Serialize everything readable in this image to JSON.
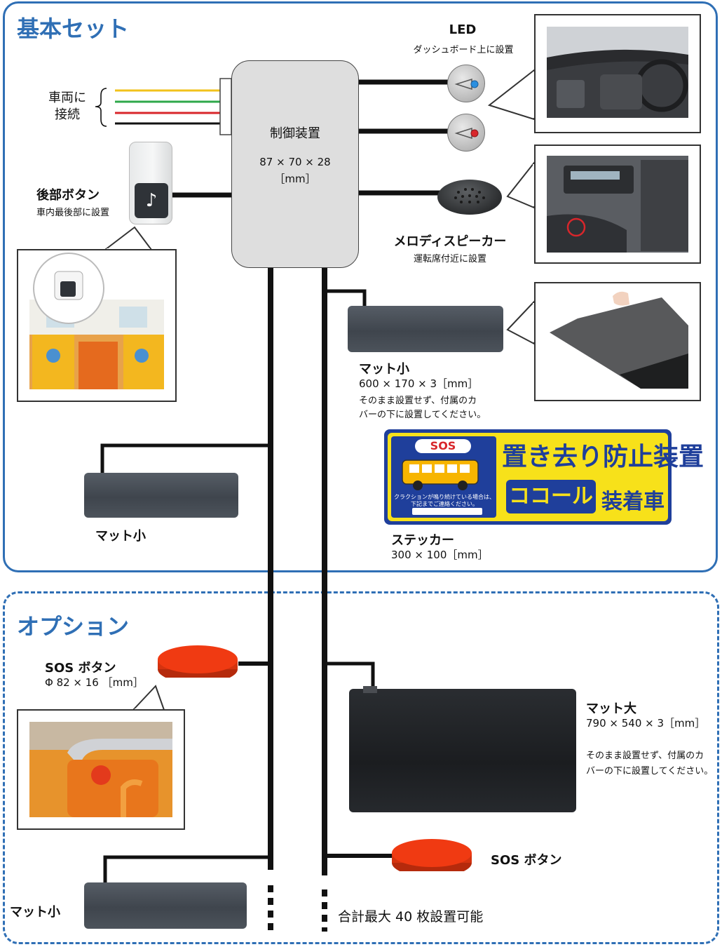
{
  "sections": {
    "basic_title": "基本セット",
    "option_title": "オプション"
  },
  "vehicle": {
    "line1": "車両に",
    "line2": "接続"
  },
  "controller": {
    "name": "制御装置",
    "dims": "87 × 70 × 28",
    "unit": "［mm］"
  },
  "led": {
    "title": "LED",
    "note": "ダッシュボード上に設置"
  },
  "rear_button": {
    "title": "後部ボタン",
    "note": "車内最後部に設置"
  },
  "speaker": {
    "title": "メロディスピーカー",
    "note": "運転席付近に設置"
  },
  "mat_small_main": {
    "title": "マット小",
    "dims": "600 × 170 × 3［mm］",
    "note1": "そのまま設置せず、付属のカ",
    "note2": "バーの下に設置してください。"
  },
  "mat_small_left": {
    "title": "マット小"
  },
  "sticker": {
    "title": "ステッカー",
    "dims": "300 × 100［mm］",
    "badge": "SOS",
    "heading": "置き去り防止装置",
    "brand": "ココール",
    "suffix": "装着車",
    "small1": "クラクションが鳴り続けている場合は、",
    "small2": "下記までご連絡ください。"
  },
  "sos_button_option": {
    "title": "SOS ボタン",
    "dims": "Φ 82 × 16 ［mm］"
  },
  "mat_large": {
    "title": "マット大",
    "dims": "790 × 540 × 3［mm］",
    "note1": "そのまま設置せず、付属のカ",
    "note2": "バーの下に設置してください。"
  },
  "sos_button_bottom": {
    "title": "SOS ボタン"
  },
  "mat_small_bottom": {
    "title": "マット小"
  },
  "footer_note": "合計最大 40 枚設置可能",
  "colors": {
    "accent": "#2f6fb5",
    "wire_yellow": "#f2c21b",
    "wire_green": "#2ea84a",
    "wire_red": "#d8262b",
    "wire_black": "#111111",
    "sos_red": "#f03a12",
    "sticker_yellow": "#f7e11a",
    "sticker_blue": "#1f3f9b"
  }
}
